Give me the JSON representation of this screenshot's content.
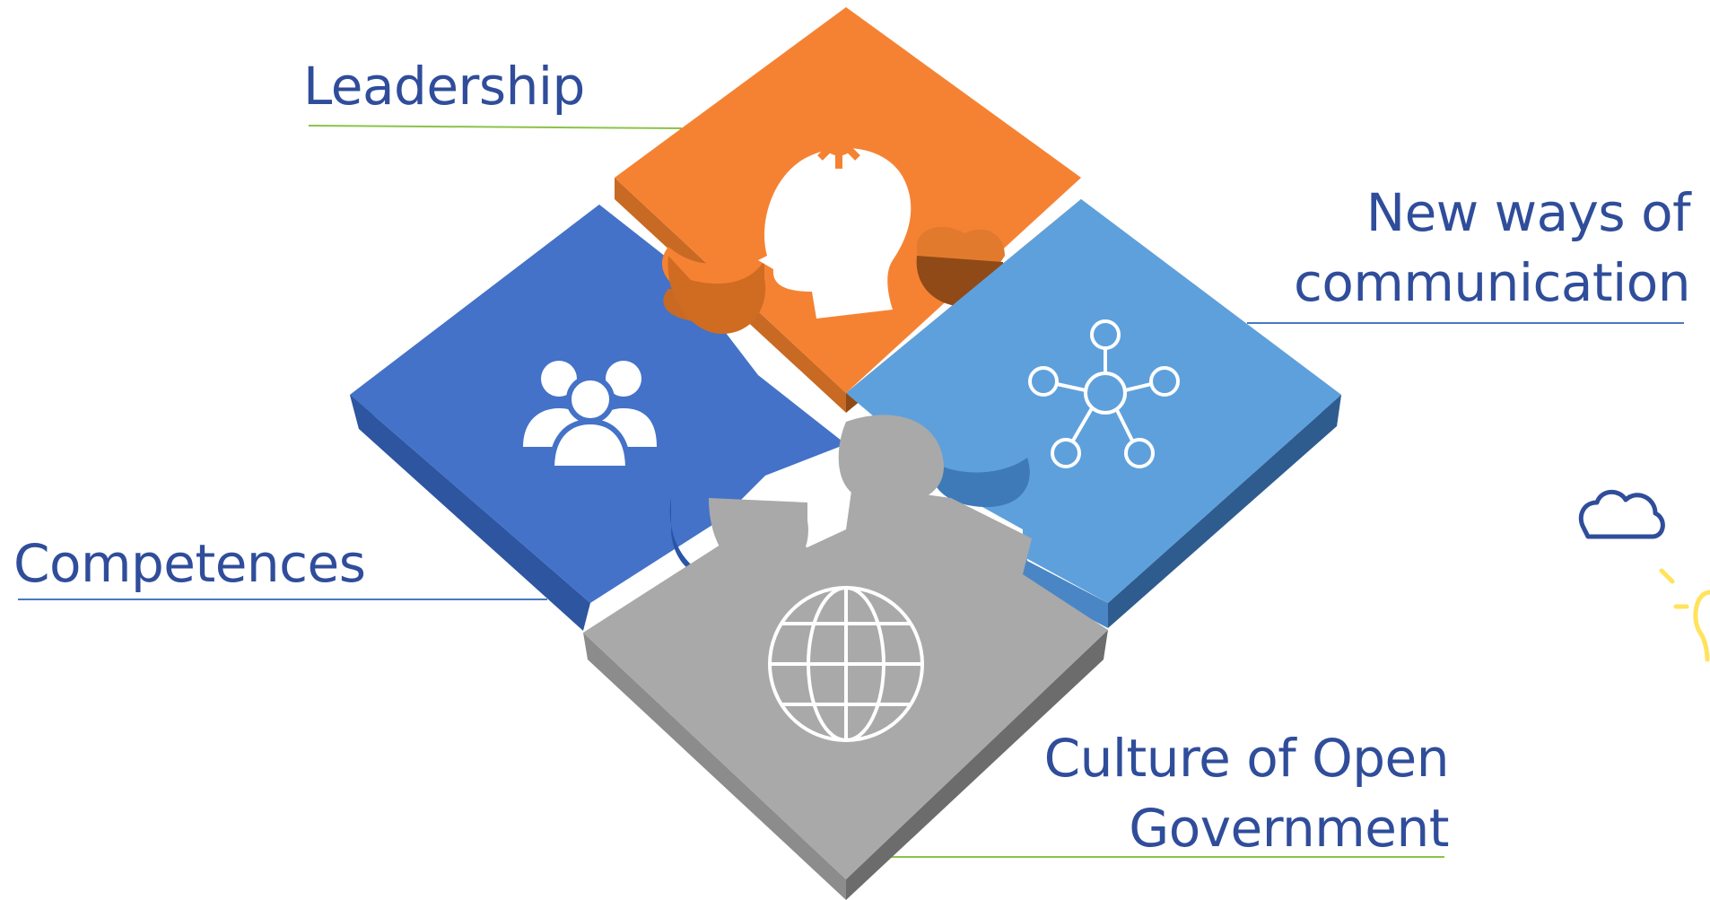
{
  "diagram": {
    "pieces": [
      {
        "id": "leadership",
        "label_lines": [
          "Leadership"
        ],
        "color": "#F58233",
        "icon": "head-gears-icon"
      },
      {
        "id": "communication",
        "label_lines": [
          "New ways of",
          "communication"
        ],
        "color": "#5EA0DC",
        "icon": "network-hub-icon"
      },
      {
        "id": "competences",
        "label_lines": [
          "Competences"
        ],
        "color": "#4472C8",
        "icon": "people-group-icon"
      },
      {
        "id": "culture",
        "label_lines": [
          "Culture of Open",
          "Government"
        ],
        "color": "#A9A9A9",
        "icon": "globe-icon"
      }
    ],
    "leader_line_colors": {
      "green": "#8BC34A",
      "blue": "#4A78C0"
    },
    "label_color": "#2F4D9A",
    "decorations": [
      "cloud-icon",
      "lightbulb-icon"
    ]
  }
}
